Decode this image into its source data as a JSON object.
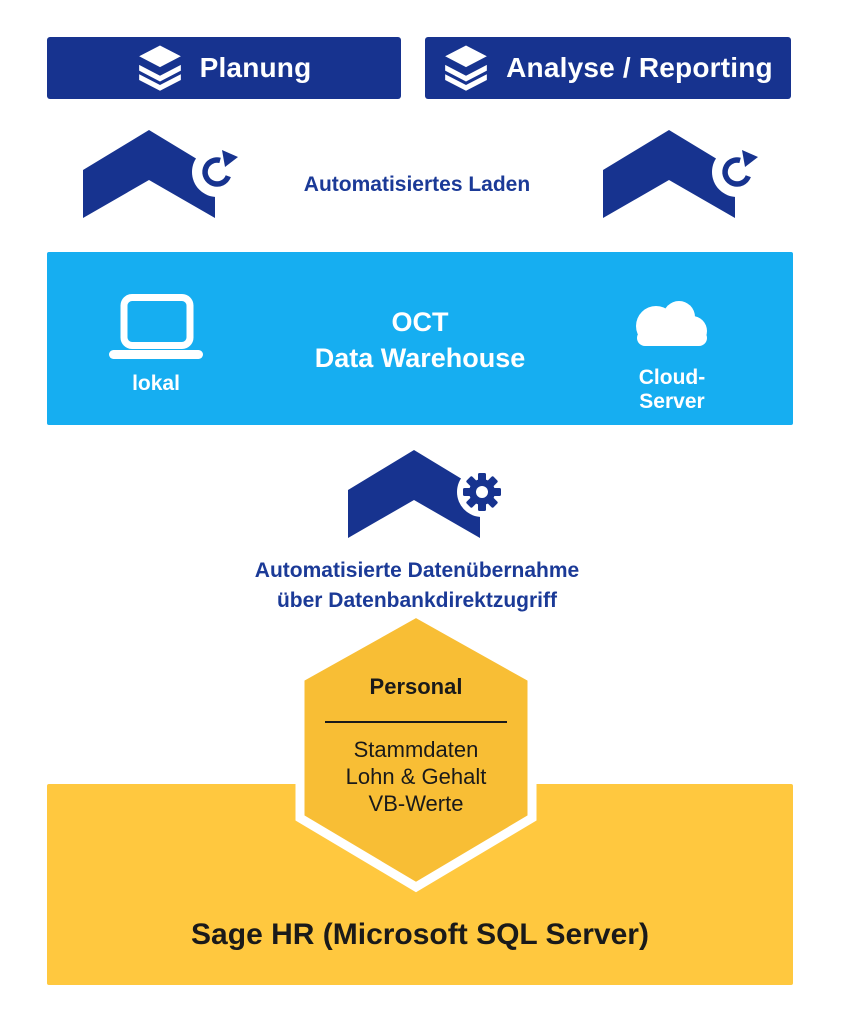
{
  "colors": {
    "dark_blue": "#17338F",
    "light_blue": "#16AEF1",
    "hex_yellow": "#F8BE35",
    "box_yellow": "#FFC83F",
    "text_blue": "#1B3A97",
    "ink": "#1A1A1A",
    "white": "#FFFFFF"
  },
  "top_row": {
    "planung": {
      "label": "Planung",
      "icon": "layers-icon"
    },
    "analyse": {
      "label": "Analyse / Reporting",
      "icon": "layers-icon"
    }
  },
  "load_step": {
    "caption": "Automatisiertes Laden",
    "icon": "chevron-up-refresh-icon"
  },
  "warehouse": {
    "title_line1": "OCT",
    "title_line2": "Data Warehouse",
    "local": {
      "label": "lokal",
      "icon": "laptop-icon"
    },
    "cloud": {
      "label": "Cloud-Server",
      "icon": "cloud-icon"
    }
  },
  "transfer_step": {
    "caption_line1": "Automatisierte Datenübernahme",
    "caption_line2": "über Datenbankdirektzugriff",
    "icon": "chevron-up-gear-icon"
  },
  "data_module": {
    "title": "Personal",
    "items": [
      "Stammdaten",
      "Lohn & Gehalt",
      "VB-Werte"
    ]
  },
  "source_system": {
    "label": "Sage HR (Microsoft SQL Server)"
  }
}
